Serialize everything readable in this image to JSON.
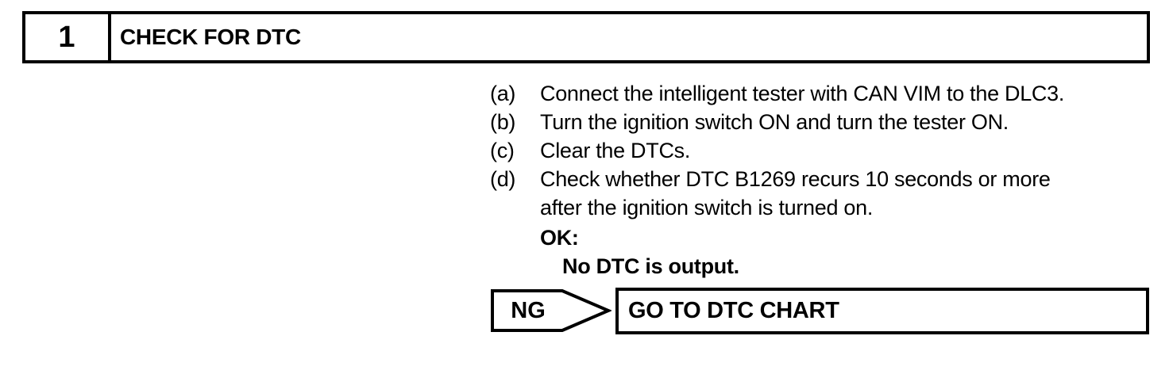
{
  "colors": {
    "ink": "#000000",
    "paper": "#ffffff"
  },
  "header": {
    "step_number": "1",
    "title": "CHECK FOR DTC"
  },
  "procedure": {
    "steps": [
      {
        "label": "(a)",
        "lines": [
          "Connect the intelligent tester with CAN VIM to the DLC3."
        ]
      },
      {
        "label": "(b)",
        "lines": [
          "Turn the ignition switch ON and turn the tester ON."
        ]
      },
      {
        "label": "(c)",
        "lines": [
          "Clear the DTCs."
        ]
      },
      {
        "label": "(d)",
        "lines": [
          "Check whether DTC B1269 recurs 10 seconds or more",
          "after the ignition switch is turned on."
        ]
      }
    ],
    "ok_label": "OK:",
    "ok_result": "No DTC is output."
  },
  "decision": {
    "ng_label": "NG",
    "ng_action": "GO TO DTC CHART"
  }
}
